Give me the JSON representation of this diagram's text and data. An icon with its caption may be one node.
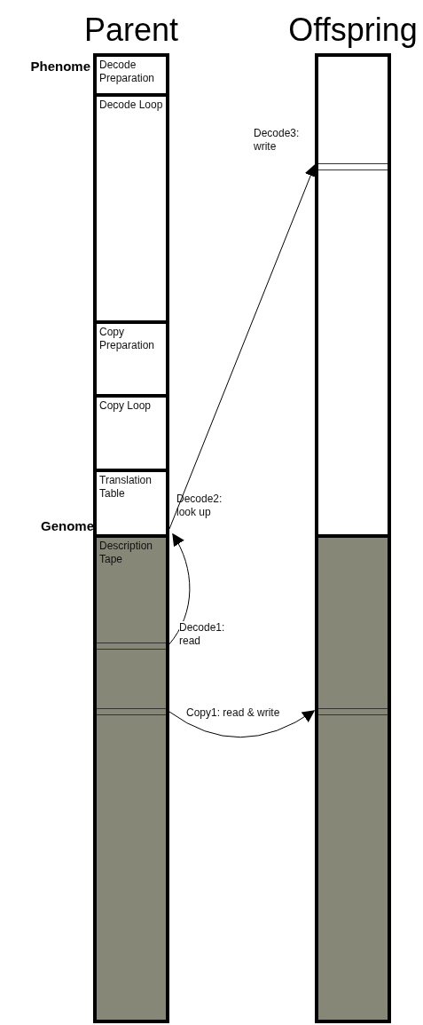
{
  "diagram": {
    "nodes": [
      {
        "text": [
          "Parent"
        ]
      },
      {
        "text": [
          "Offspring"
        ]
      },
      {
        "text": [
          "Decode Preparation"
        ],
        "in": 0
      },
      {
        "text": [
          "Decode Loop"
        ],
        "in": 0
      },
      {
        "text": [
          "Copy Preparation"
        ],
        "in": 0
      },
      {
        "text": [
          "Copy Loop"
        ],
        "in": 0
      },
      {
        "text": [
          "Translation Table"
        ],
        "in": 0,
        "beside": [
          "Decode2: look up"
        ]
      },
      {
        "text": [
          "Description Tape"
        ],
        "in": 0
      },
      {
        "text": [],
        "shape": "bar",
        "in": 7
      },
      {
        "text": [],
        "shape": "bar",
        "in": 7
      },
      {
        "text": [],
        "shape": "box",
        "in": 1
      },
      {
        "text": [],
        "shape": "bar",
        "in": 10
      },
      {
        "text": [],
        "shape": "box",
        "in": 1
      },
      {
        "text": [],
        "shape": "bar",
        "in": 12
      }
    ],
    "edges": [
      {
        "from": 8,
        "to": 6,
        "arrow": "to",
        "label": "Decode1: read"
      },
      {
        "from": 6,
        "to": 11,
        "arrow": "to",
        "label": "Decode3: write"
      },
      {
        "from": 9,
        "to": 13,
        "arrow": "to",
        "label": "Copy1: read & write"
      }
    ],
    "labels": [
      "Phenome",
      "Genome"
    ]
  }
}
